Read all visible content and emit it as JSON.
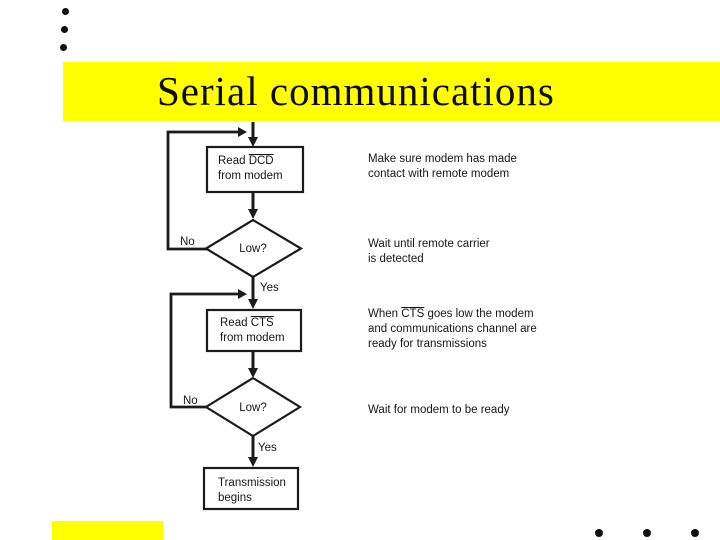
{
  "slide": {
    "title": "Serial communications",
    "background_color": "#ffffff",
    "accent_color": "#ffff00",
    "ink_color": "#1b1b1b"
  },
  "flowchart": {
    "box_read_dcd": {
      "line1_prefix": "Read ",
      "line1_signal": "DCD",
      "line2": "from modem"
    },
    "decision_dcd": {
      "label": "Low?",
      "no_label": "No",
      "yes_label": "Yes"
    },
    "box_read_cts": {
      "line1_prefix": "Read ",
      "line1_signal": "CTS",
      "line2": "from modem"
    },
    "decision_cts": {
      "label": "Low?",
      "no_label": "No",
      "yes_label": "Yes"
    },
    "box_transmission": {
      "line1": "Transmission",
      "line2": "begins"
    }
  },
  "annotations": [
    {
      "lines": [
        "Make sure modem has made",
        "contact with remote modem"
      ]
    },
    {
      "lines": [
        "Wait until remote carrier",
        "is detected"
      ]
    },
    {
      "line1_prefix": "When ",
      "line1_signal": "CTS",
      "line1_suffix": " goes low the modem",
      "lines": [
        "and communications channel are",
        "ready for transmissions"
      ]
    },
    {
      "lines": [
        "Wait for modem to be ready"
      ]
    }
  ]
}
